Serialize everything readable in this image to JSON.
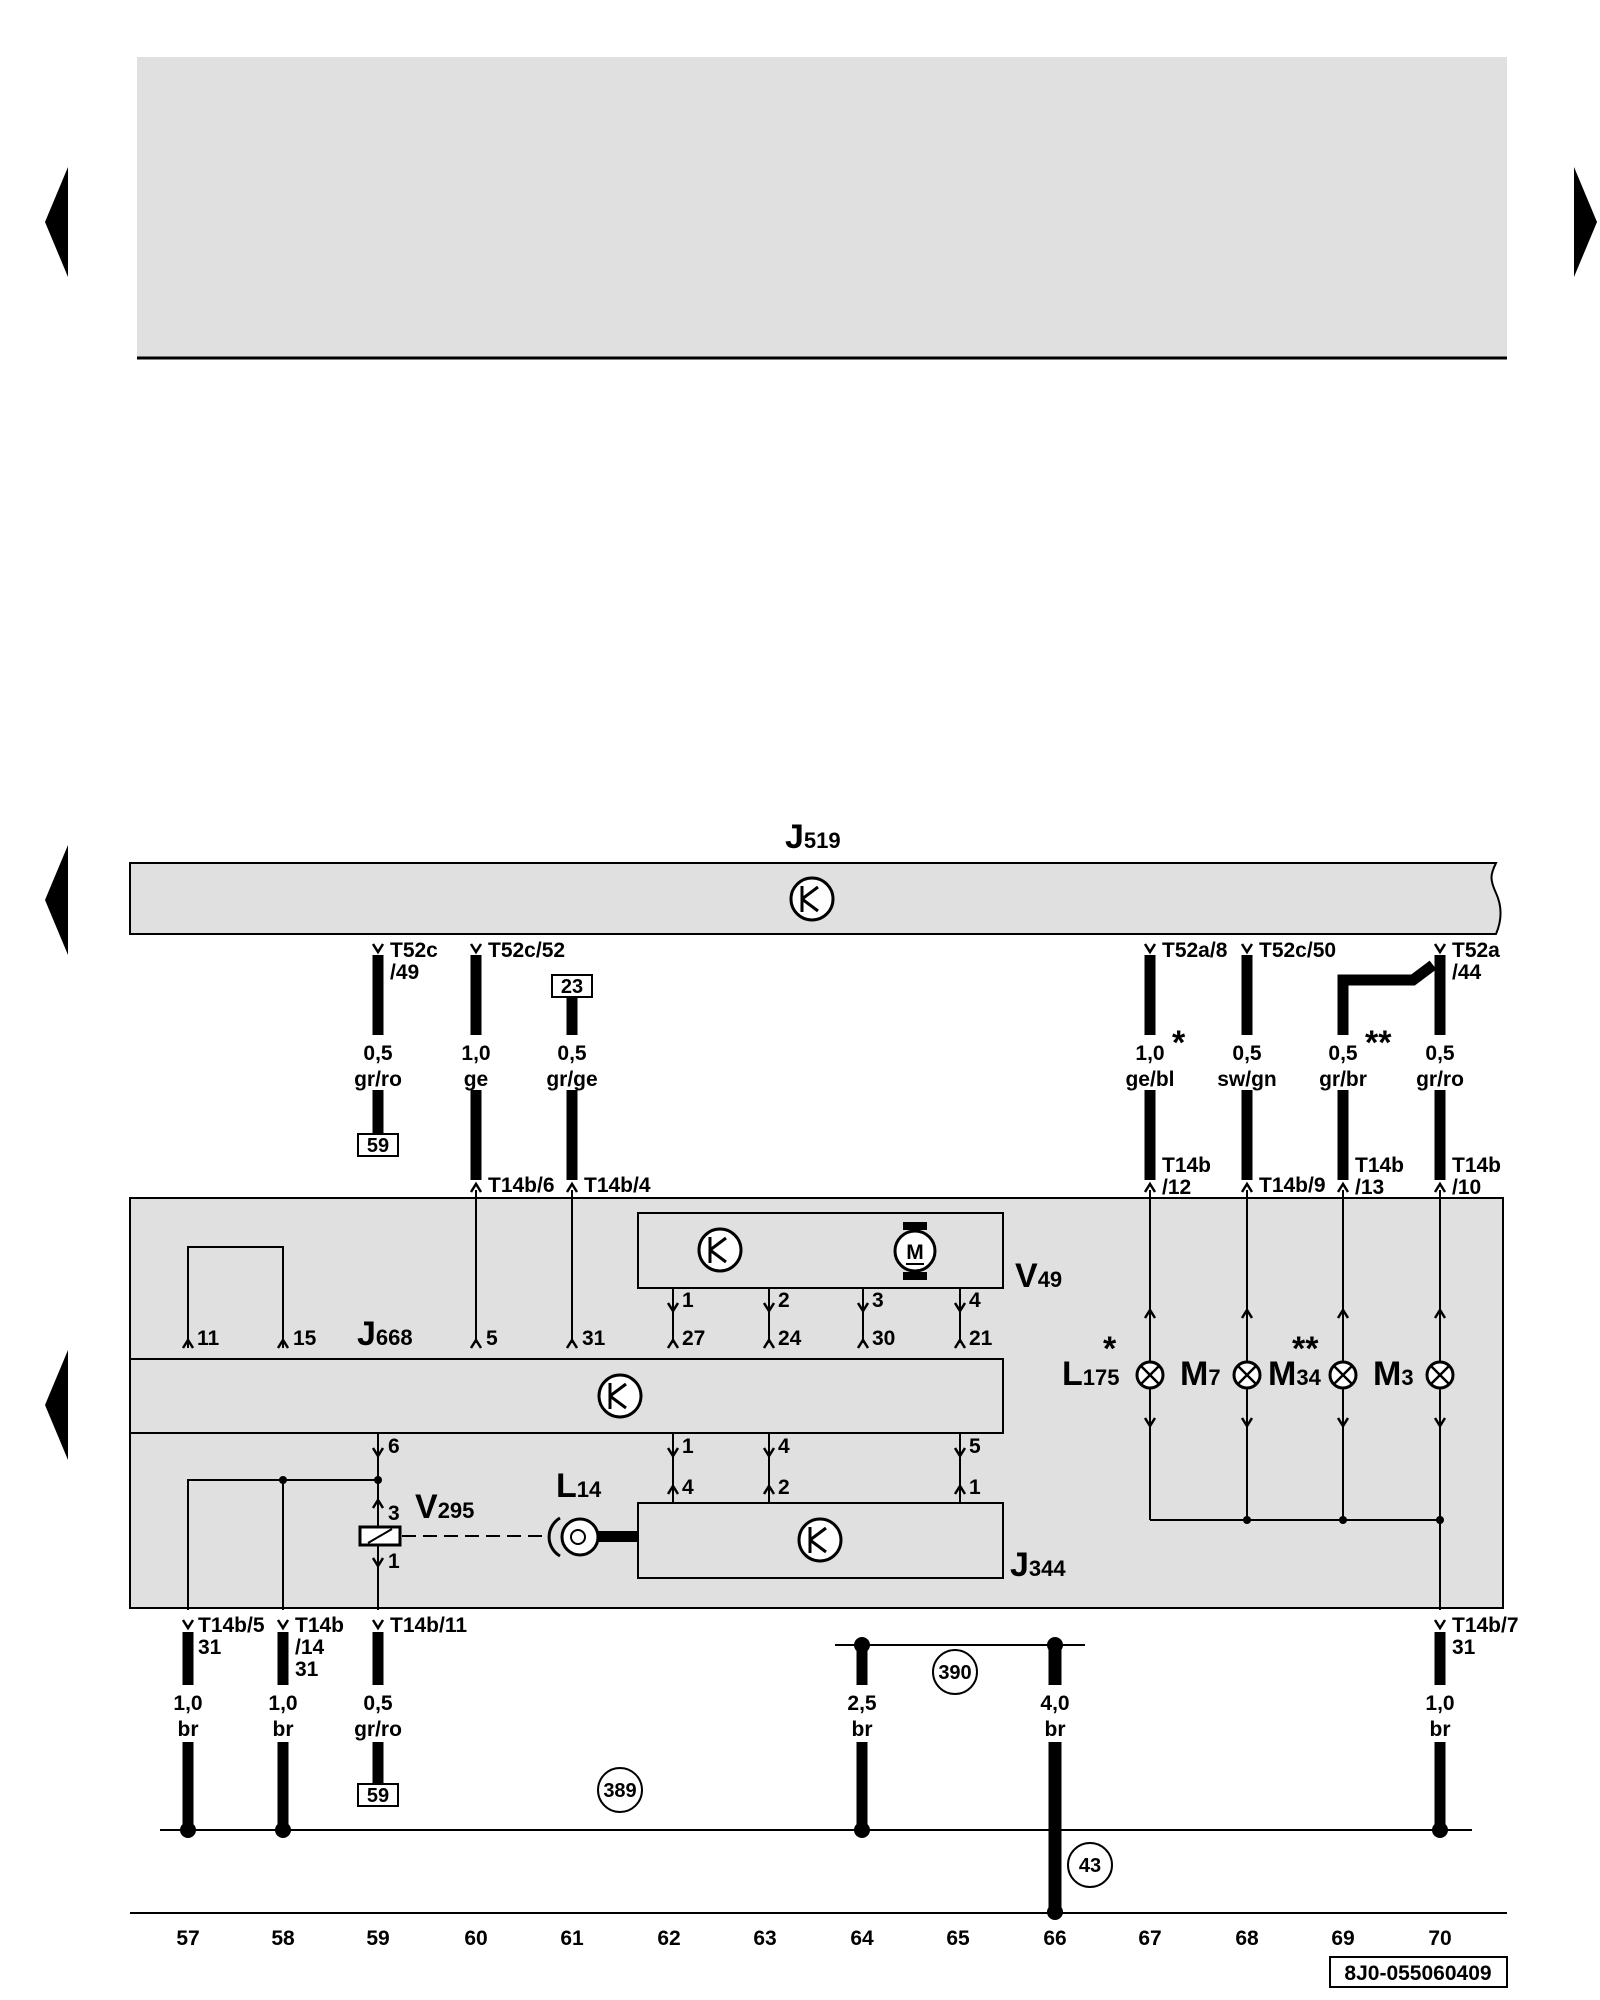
{
  "components": {
    "j519": {
      "letter": "J",
      "sub": "519"
    },
    "j668": {
      "letter": "J",
      "sub": "668"
    },
    "j344": {
      "letter": "J",
      "sub": "344"
    },
    "v49": {
      "letter": "V",
      "sub": "49"
    },
    "v295": {
      "letter": "V",
      "sub": "295"
    },
    "l14": {
      "letter": "L",
      "sub": "14"
    },
    "l175": {
      "letter": "L",
      "sub": "175",
      "mark": "*"
    },
    "m7": {
      "letter": "M",
      "sub": "7"
    },
    "m34": {
      "letter": "M",
      "sub": "34",
      "mark": "**"
    },
    "m3": {
      "letter": "M",
      "sub": "3"
    }
  },
  "connectors_top": [
    "T52c",
    "/49",
    "T52c/52",
    "T52a/8",
    "T52c/50",
    "T52a",
    "/44"
  ],
  "connectors_mid": [
    "T14b/6",
    "T14b/4",
    "T14b",
    "/12",
    "T14b/9",
    "T14b",
    "/13",
    "T14b",
    "/10"
  ],
  "connectors_bottom": [
    "T14b/5",
    "31",
    "T14b",
    "/14",
    "31",
    "T14b/11",
    "T14b/7",
    "31"
  ],
  "wires": [
    {
      "size": "0,5",
      "color": "gr/ro"
    },
    {
      "size": "1,0",
      "color": "ge"
    },
    {
      "size": "0,5",
      "color": "gr/ge"
    },
    {
      "size": "1,0",
      "color": "ge/bl",
      "mark": "*"
    },
    {
      "size": "0,5",
      "color": "sw/gn"
    },
    {
      "size": "0,5",
      "color": "gr/br",
      "mark": "**"
    },
    {
      "size": "0,5",
      "color": "gr/ro"
    },
    {
      "size": "1,0",
      "color": "br"
    },
    {
      "size": "1,0",
      "color": "br"
    },
    {
      "size": "0,5",
      "color": "gr/ro"
    },
    {
      "size": "2,5",
      "color": "br"
    },
    {
      "size": "4,0",
      "color": "br"
    },
    {
      "size": "1,0",
      "color": "br"
    }
  ],
  "refs": {
    "box23": "23",
    "box59a": "59",
    "box59b": "59",
    "c389": "389",
    "c390": "390",
    "c43": "43"
  },
  "pins": {
    "j668_top": [
      "11",
      "15",
      "5",
      "31",
      "27",
      "24",
      "30",
      "21"
    ],
    "v49": [
      "1",
      "2",
      "3",
      "4"
    ],
    "j668_bottom": [
      "6",
      "1",
      "4",
      "5"
    ],
    "j344": [
      "4",
      "2",
      "1"
    ],
    "v295": [
      "3",
      "1"
    ]
  },
  "tracks": [
    "57",
    "58",
    "59",
    "60",
    "61",
    "62",
    "63",
    "64",
    "65",
    "66",
    "67",
    "68",
    "69",
    "70"
  ],
  "diagram_code": "8J0-055060409"
}
